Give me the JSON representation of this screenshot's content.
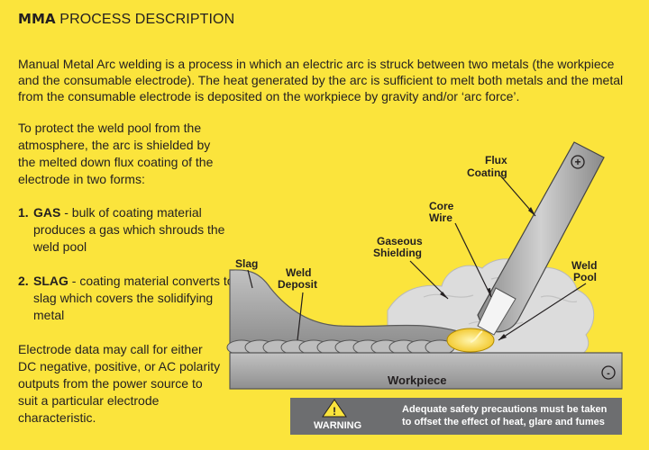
{
  "header": {
    "title_bold": "MMA",
    "title_rest": " PROCESS DESCRIPTION"
  },
  "intro": "Manual Metal Arc welding is a process in which an electric arc is struck between two metals (the workpiece and the consumable electrode). The heat generated by the arc is sufficient to melt both metals and the metal from the consumable electrode is deposited on the workpiece by gravity and/or ‘arc force’.",
  "protect_text": "To protect the weld pool from the atmosphere, the arc is shielded by the melted down flux coating of the electrode in two forms:",
  "forms": [
    {
      "number": "1.",
      "term": "GAS",
      "desc": " - bulk of coating material produces a gas which shrouds the weld pool"
    },
    {
      "number": "2.",
      "term": "SLAG",
      "desc": " - coating material converts to slag which covers the solidifying metal"
    }
  ],
  "electrode_text": "Electrode data may call for either DC negative, positive, or AC polarity outputs from the power source to suit a particular electrode characteristic.",
  "diagram": {
    "labels": {
      "flux_coating": [
        "Flux",
        "Coating"
      ],
      "core_wire": [
        "Core",
        "Wire"
      ],
      "gaseous_shielding": [
        "Gaseous",
        "Shielding"
      ],
      "slag": "Slag",
      "weld_deposit": [
        "Weld",
        "Deposit"
      ],
      "weld_pool": [
        "Weld",
        "Pool"
      ],
      "workpiece": "Workpiece"
    },
    "polarity": {
      "electrode": "+",
      "workpiece": "-"
    },
    "warning": {
      "label": "WARNING",
      "message": [
        "Adequate safety precautions must be taken",
        "to offset the effect of heat, glare and fumes"
      ]
    }
  },
  "colors": {
    "background": "#fbe43c",
    "metal": "#a8a8a8",
    "metal_dark": "#6e6e6e",
    "warning_bar": "#6d6e70",
    "gas_cloud": "#d6d6d6"
  }
}
